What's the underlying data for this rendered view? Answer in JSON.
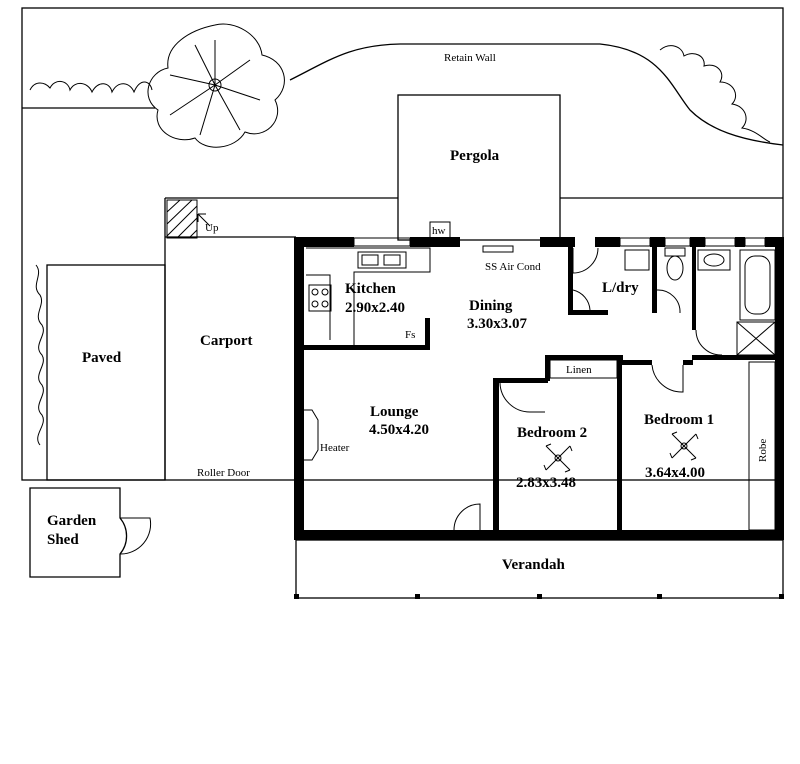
{
  "labels": {
    "retain_wall": "Retain Wall",
    "pergola": "Pergola",
    "hw": "hw",
    "up": "Up",
    "ss_air_cond": "SS Air Cond",
    "kitchen_name": "Kitchen",
    "kitchen_size": "2.90x2.40",
    "fs": "Fs",
    "dining_name": "Dining",
    "dining_size": "3.30x3.07",
    "ldry": "L/dry",
    "paved": "Paved",
    "carport": "Carport",
    "roller_door": "Roller Door",
    "lounge_name": "Lounge",
    "lounge_size": "4.50x4.20",
    "heater": "Heater",
    "linen": "Linen",
    "bedroom2_name": "Bedroom 2",
    "bedroom2_size": "2.83x3.48",
    "bedroom1_name": "Bedroom 1",
    "bedroom1_size": "3.64x4.00",
    "robe": "Robe",
    "garden_shed_line1": "Garden",
    "garden_shed_line2": "Shed",
    "verandah": "Verandah"
  },
  "icons": [
    "tree-icon",
    "shrub-icon",
    "ceiling-fan-icon",
    "stove-icon",
    "sink-icon",
    "toilet-icon",
    "bathtub-icon",
    "shower-icon",
    "door-swing-icon",
    "stairs-icon"
  ]
}
